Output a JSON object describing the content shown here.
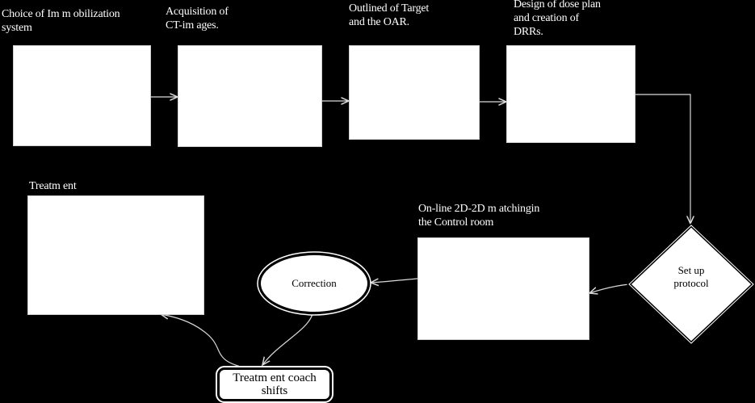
{
  "diagram": {
    "steps": {
      "immobilization": "Choice of Im m obilization\nsystem",
      "ct_acquisition": "Acquisition of\nCT-im ages.",
      "outline": "Outlined of Target\nand the OAR.",
      "dose_plan": "Design of dose plan\nand creation of\nDRRs.",
      "matching": "On-line 2D-2D m atchingin\nthe Control room",
      "treatment": "Treatm ent"
    },
    "decision": "Set up\nprotocol",
    "correction": "Correction",
    "coach_shifts": "Treatm ent coach\nshifts"
  },
  "colors": {
    "background": "#000000",
    "box_fill": "#ffffff",
    "text_light": "#ffffff",
    "connector": "#d9d9d9"
  }
}
